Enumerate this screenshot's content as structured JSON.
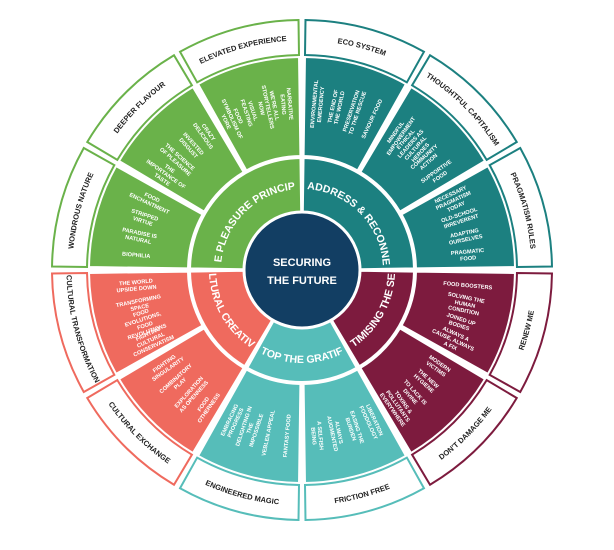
{
  "center": {
    "line1": "SECURING",
    "line2": "THE FUTURE"
  },
  "colors": {
    "green": "#6ab24a",
    "teal": "#1c8080",
    "maroon": "#7d1b3e",
    "aqua": "#56bdb9",
    "coral": "#ef6a5e",
    "center": "#123e63"
  },
  "quadrants": [
    {
      "id": "pleasure",
      "title": "THE PLEASURE PRINCIPLE",
      "color": "#6ab24a",
      "sectors": [
        {
          "name": "WONDROUS NATURE",
          "items": [
            "BIOPHILIA",
            "PARADISE IS NATURAL",
            "STRIPPED VIRTUE",
            "FOOD ENCHANTMENT"
          ]
        },
        {
          "name": "DEEPER FLAVOUR",
          "items": [
            "THE IMPORTANCE OF TASTE",
            "THE SCIENCE OF PLEASURE",
            "INVESTED DISGUST",
            "CRAZY DELICIOUS"
          ]
        },
        {
          "name": "ELEVATED EXPERIENCE",
          "items": [
            "FOOD SYMBOLISM OF YORE",
            "VISUAL FEASTING",
            "WE'RE ALL STORYTELLERS NOW",
            "NARRATIVE EATING"
          ]
        }
      ]
    },
    {
      "id": "readdress",
      "title": "READDRESS & RECONNECT",
      "color": "#1c8080",
      "sectors": [
        {
          "name": "ECO SYSTEM",
          "items": [
            "ENVIRONMENTAL EMERGENCY",
            "THE END OF THE WORLD",
            "PRESERVATION TO THE RESCUE",
            "SAVIOUR FOOD"
          ]
        },
        {
          "name": "THOUGHTFUL CAPITALISM",
          "items": [
            "MINDFUL EMPOWERMENT",
            "ETHICAL LEADERS AS CULTURAL HEROES",
            "COMMUNITY ACTION",
            "SUPPORTIVE FOOD"
          ]
        },
        {
          "name": "PRAGMATISM RULES",
          "items": [
            "NECESSARY PRAGMATISM TODAY",
            "OLD-SCHOOL IRREVERENT",
            "ADAPTING OURSELVES",
            "PRAGMATIC FOOD"
          ]
        }
      ]
    },
    {
      "id": "optimising",
      "title": "OPTIMISING THE SELF",
      "color": "#7d1b3e",
      "sectors": [
        {
          "name": "RENEW ME",
          "items": [
            "FOOD BOOSTERS",
            "SOLVING THE HUMAN CONDITION",
            "JOINED UP BODIES",
            "ALWAYS A CAUSE, ALWAYS A FIX"
          ]
        },
        {
          "name": "DON'T DAMAGE ME",
          "items": [
            "MODERN VICTIMS",
            "THE NEW HYGIENE",
            "TO LACK IS DIVINE",
            "TOXINS & POLLUTANTS EVERYWHERE"
          ]
        }
      ]
    },
    {
      "id": "gratification",
      "title": "DON'T STOP THE GRATIFICATION",
      "color": "#56bdb9",
      "sectors": [
        {
          "name": "FRICTION FREE",
          "items": [
            "LIBERATION FOODOLOGY",
            "EASING THE BURDEN",
            "ALWAYS AUGMENTED",
            "A SELFISH BEING"
          ]
        },
        {
          "name": "ENGINEERED MAGIC",
          "items": [
            "FANTASY FOOD",
            "VEBLEN APPEAL",
            "DELIGHTING IN THE IMPOSSIBLE",
            "EMBRACING PROGRESS"
          ]
        }
      ]
    },
    {
      "id": "cultural",
      "title": "CULTURAL CREATIVITY",
      "color": "#ef6a5e",
      "sectors": [
        {
          "name": "CULTURAL EXCHANGE",
          "items": [
            "FOOD OTHERNESS",
            "EXPLORATION AS OPENNESS",
            "COMBINATORY PLAY",
            "FIGHTING SINGULARITY"
          ]
        },
        {
          "name": "CULTURAL TRANSFORMATION",
          "items": [
            "FIGHTING CULTURAL CONSERVATISM",
            "FOOD EVOLUTIONS, FOOD REVOLUTIONS",
            "TRANSFORMING SPACE",
            "THE WORLD UPSIDE DOWN"
          ]
        }
      ]
    }
  ]
}
